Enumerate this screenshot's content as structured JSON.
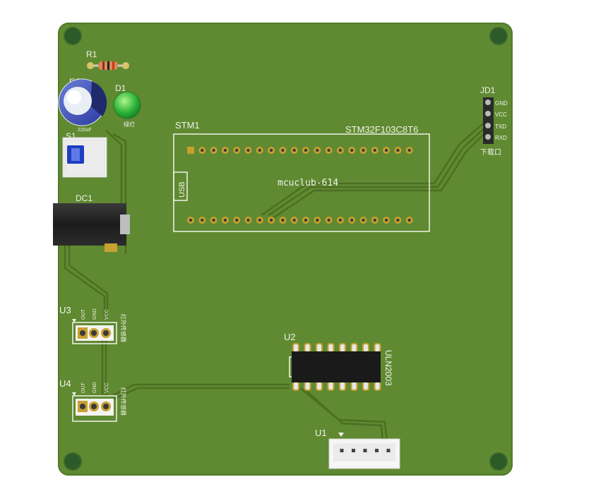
{
  "board": {
    "colors": {
      "board": "#5f8a31",
      "board_edge": "#4f7a28",
      "silk": "#f2f2ea",
      "trace": "#4c6e22",
      "hole": "#2c5a28"
    },
    "labels": {
      "r1": "R1",
      "ec1": "EC1",
      "cap_value": "220uF",
      "d1": "D1",
      "led_note": "绿灯",
      "s1": "S1",
      "dc1": "DC1",
      "stm1": "STM1",
      "mcu_part": "STM32F103C8T6",
      "usb": "USB",
      "mcu_name": "mcuclub-614",
      "jd1": "JD1",
      "jd1_pins": [
        "GND",
        "VCC",
        "TXD",
        "RXD"
      ],
      "jd1_caption": "下载口",
      "u2": "U2",
      "u2_part": "ULN2003",
      "u3": "U3",
      "u3_pins": [
        "OUT",
        "GND",
        "VCC"
      ],
      "u3_caption": "红外传感器",
      "u4": "U4",
      "u4_pins": [
        "OUT",
        "GND",
        "VCC"
      ],
      "u4_caption": "红外传感器",
      "u1": "U1"
    }
  }
}
